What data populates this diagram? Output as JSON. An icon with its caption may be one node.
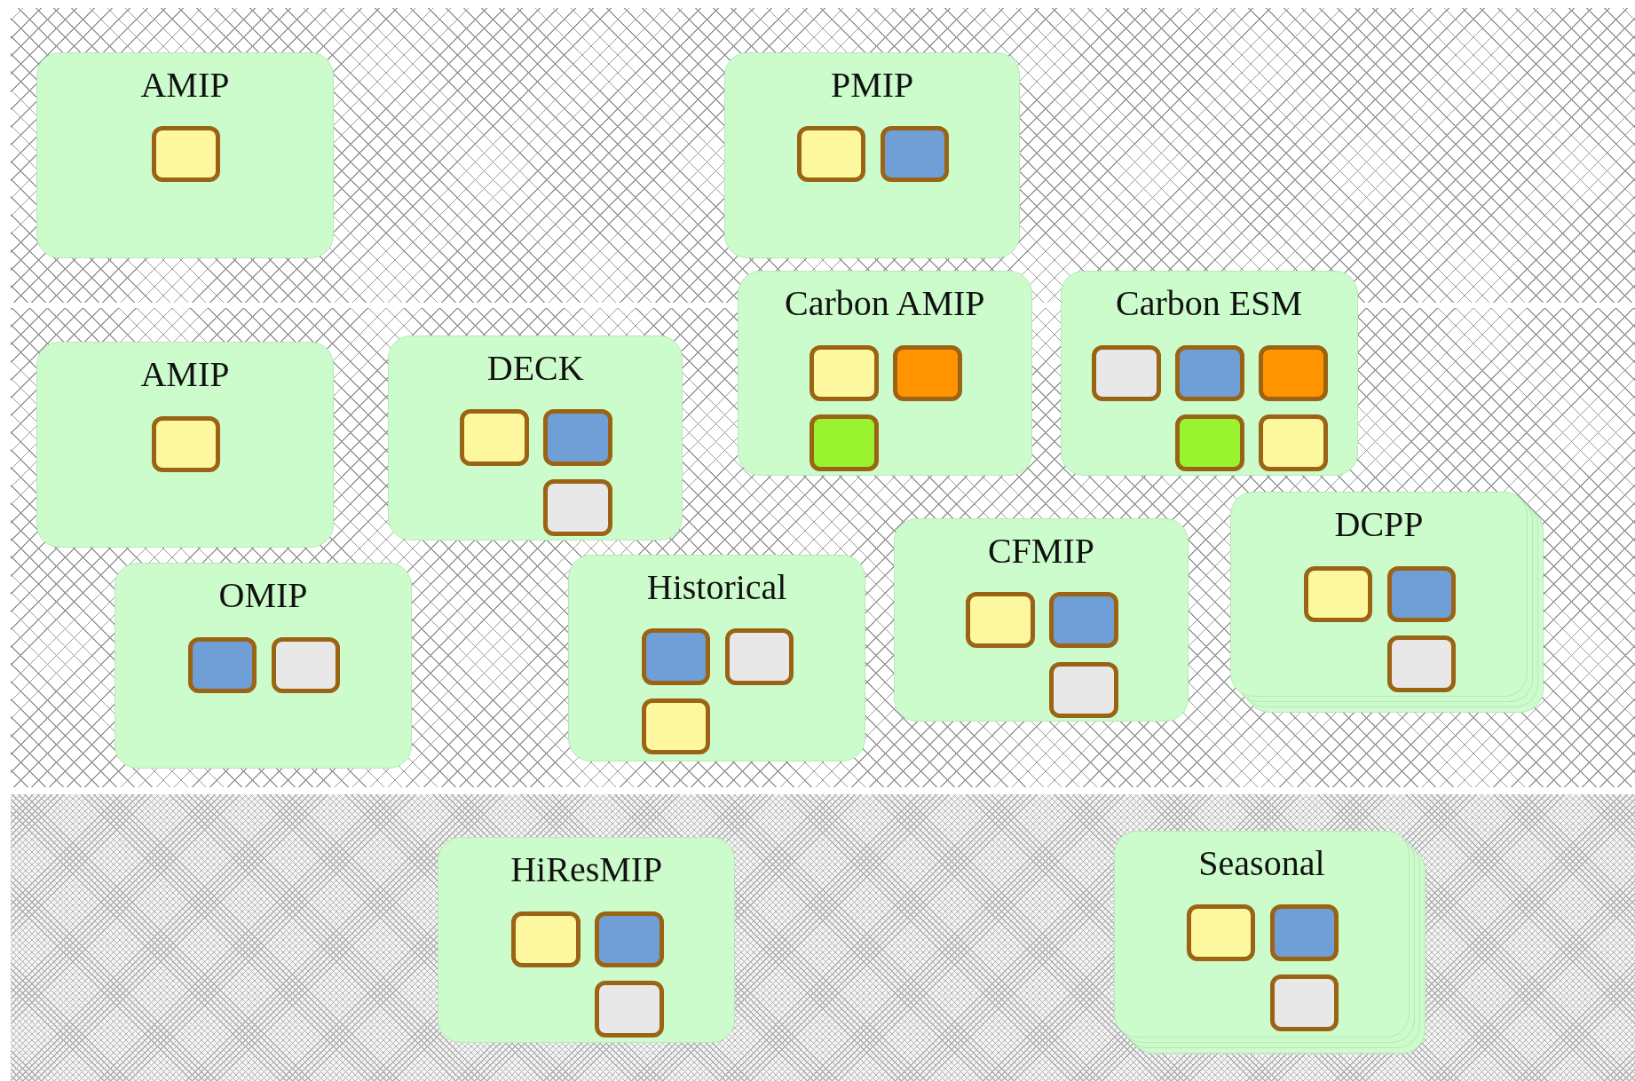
{
  "diagram": {
    "nodes": [
      {
        "text": [],
        "shape": "band"
      },
      {
        "text": [
          "AMIP"
        ],
        "in": 0
      },
      {
        "text": [],
        "shape": "box",
        "in": 1
      },
      {
        "text": [
          "PMIP"
        ],
        "in": 0
      },
      {
        "text": [],
        "shape": "box",
        "in": 3
      },
      {
        "text": [],
        "shape": "box",
        "in": 3
      },
      {
        "text": [],
        "shape": "band"
      },
      {
        "text": [
          "Carbon AMIP"
        ]
      },
      {
        "text": [],
        "shape": "box",
        "in": 7
      },
      {
        "text": [],
        "shape": "box",
        "in": 7
      },
      {
        "text": [],
        "shape": "box",
        "in": 7
      },
      {
        "text": [
          "Carbon ESM"
        ]
      },
      {
        "text": [],
        "shape": "box",
        "in": 11
      },
      {
        "text": [],
        "shape": "box",
        "in": 11
      },
      {
        "text": [],
        "shape": "box",
        "in": 11
      },
      {
        "text": [],
        "shape": "box",
        "in": 11
      },
      {
        "text": [],
        "shape": "box",
        "in": 11
      },
      {
        "text": [
          "AMIP"
        ],
        "in": 6
      },
      {
        "text": [],
        "shape": "box",
        "in": 17
      },
      {
        "text": [
          "DECK"
        ],
        "in": 6
      },
      {
        "text": [],
        "shape": "box",
        "in": 19
      },
      {
        "text": [],
        "shape": "box",
        "in": 19
      },
      {
        "text": [],
        "shape": "box",
        "in": 19
      },
      {
        "text": [
          "OMIP"
        ],
        "in": 6
      },
      {
        "text": [],
        "shape": "box",
        "in": 23
      },
      {
        "text": [],
        "shape": "box",
        "in": 23
      },
      {
        "text": [
          "Historical"
        ],
        "in": 6
      },
      {
        "text": [],
        "shape": "box",
        "in": 26
      },
      {
        "text": [],
        "shape": "box",
        "in": 26
      },
      {
        "text": [],
        "shape": "box",
        "in": 26
      },
      {
        "text": [
          "CFMIP"
        ],
        "in": 6
      },
      {
        "text": [],
        "shape": "box",
        "in": 30
      },
      {
        "text": [],
        "shape": "box",
        "in": 30
      },
      {
        "text": [],
        "shape": "box",
        "in": 30
      },
      {
        "text": [
          "DCPP"
        ],
        "in": 6
      },
      {
        "text": [],
        "shape": "box",
        "in": 34
      },
      {
        "text": [],
        "shape": "box",
        "in": 34
      },
      {
        "text": [],
        "shape": "box",
        "in": 34
      },
      {
        "text": [],
        "shape": "band"
      },
      {
        "text": [
          "HiResMIP"
        ],
        "in": 38
      },
      {
        "text": [],
        "shape": "box",
        "in": 39
      },
      {
        "text": [],
        "shape": "box",
        "in": 39
      },
      {
        "text": [],
        "shape": "box",
        "in": 39
      },
      {
        "text": [
          "Seasonal"
        ],
        "in": 38
      },
      {
        "text": [],
        "shape": "box",
        "in": 43
      },
      {
        "text": [],
        "shape": "box",
        "in": 43
      },
      {
        "text": [],
        "shape": "box",
        "in": 43
      }
    ]
  }
}
